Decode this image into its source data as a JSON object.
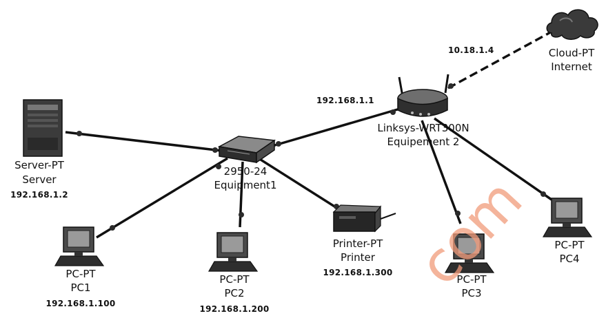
{
  "devices": {
    "server": {
      "type": "Server-PT",
      "name": "Server",
      "ip": "192.168.1.2"
    },
    "switch": {
      "type": "2950-24",
      "name": "Equipment1"
    },
    "router": {
      "type": "Linksys-WRT300N",
      "name": "Equipement 2"
    },
    "cloud": {
      "type": "Cloud-PT",
      "name": "Internet"
    },
    "printer": {
      "type": "Printer-PT",
      "name": "Printer",
      "ip": "192.168.1.300"
    },
    "pc1": {
      "type": "PC-PT",
      "name": "PC1",
      "ip": "192.168.1.100"
    },
    "pc2": {
      "type": "PC-PT",
      "name": "PC2",
      "ip": "192.168.1.200"
    },
    "pc3": {
      "type": "PC-PT",
      "name": "PC3"
    },
    "pc4": {
      "type": "PC-PT",
      "name": "PC4"
    }
  },
  "links": {
    "router_lan_ip": "192.168.1.1",
    "cloud_wan_ip": "10.18.1.4"
  },
  "watermark": "com",
  "colors": {
    "cable": "#111111",
    "port": "#2b2b2b",
    "watermark": "#f19b7a"
  }
}
